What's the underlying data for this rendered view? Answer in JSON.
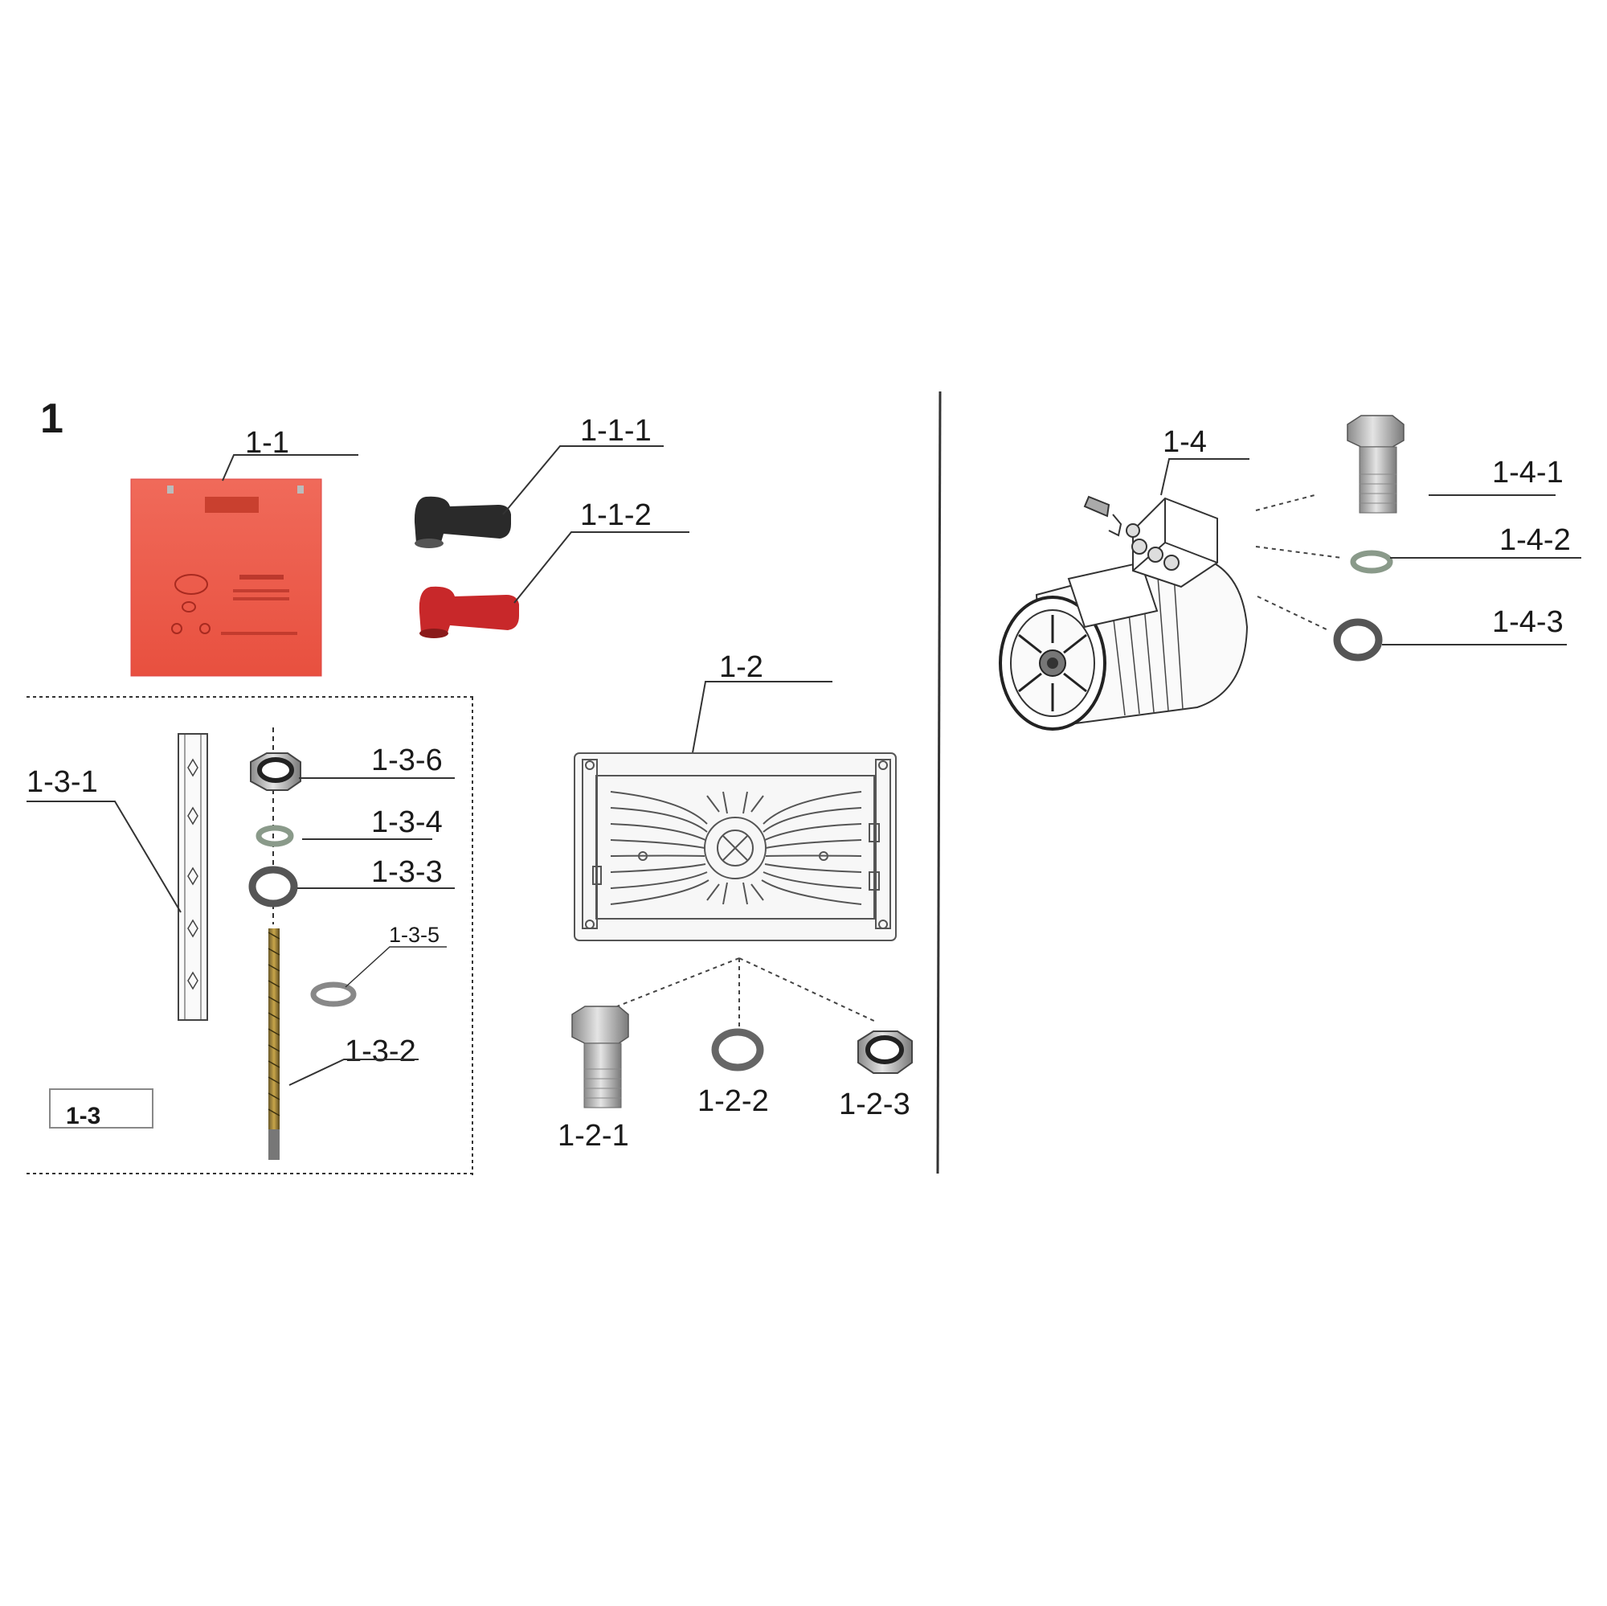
{
  "section": {
    "number": "1"
  },
  "labels": {
    "p1_1": "1-1",
    "p1_1_1": "1-1-1",
    "p1_1_2": "1-1-2",
    "p1_2": "1-2",
    "p1_2_1": "1-2-1",
    "p1_2_2": "1-2-2",
    "p1_2_3": "1-2-3",
    "p1_3": "1-3",
    "p1_3_1": "1-3-1",
    "p1_3_2": "1-3-2",
    "p1_3_3": "1-3-3",
    "p1_3_4": "1-3-4",
    "p1_3_5": "1-3-5",
    "p1_3_6": "1-3-6",
    "p1_4": "1-4",
    "p1_4_1": "1-4-1",
    "p1_4_2": "1-4-2",
    "p1_4_3": "1-4-3"
  },
  "colors": {
    "battery": "#ef5a4a",
    "cap_black": "#2a2a2a",
    "cap_red": "#c8282a",
    "line": "#333333",
    "metal": "#b8b8b8"
  },
  "icons": [
    "battery-icon",
    "black-terminal-cap-icon",
    "red-terminal-cap-icon",
    "controller-icon",
    "motor-icon",
    "hex-bolt-icon",
    "spring-washer-icon",
    "flat-washer-icon",
    "lock-nut-icon",
    "threaded-rod-icon",
    "bus-bar-icon"
  ]
}
